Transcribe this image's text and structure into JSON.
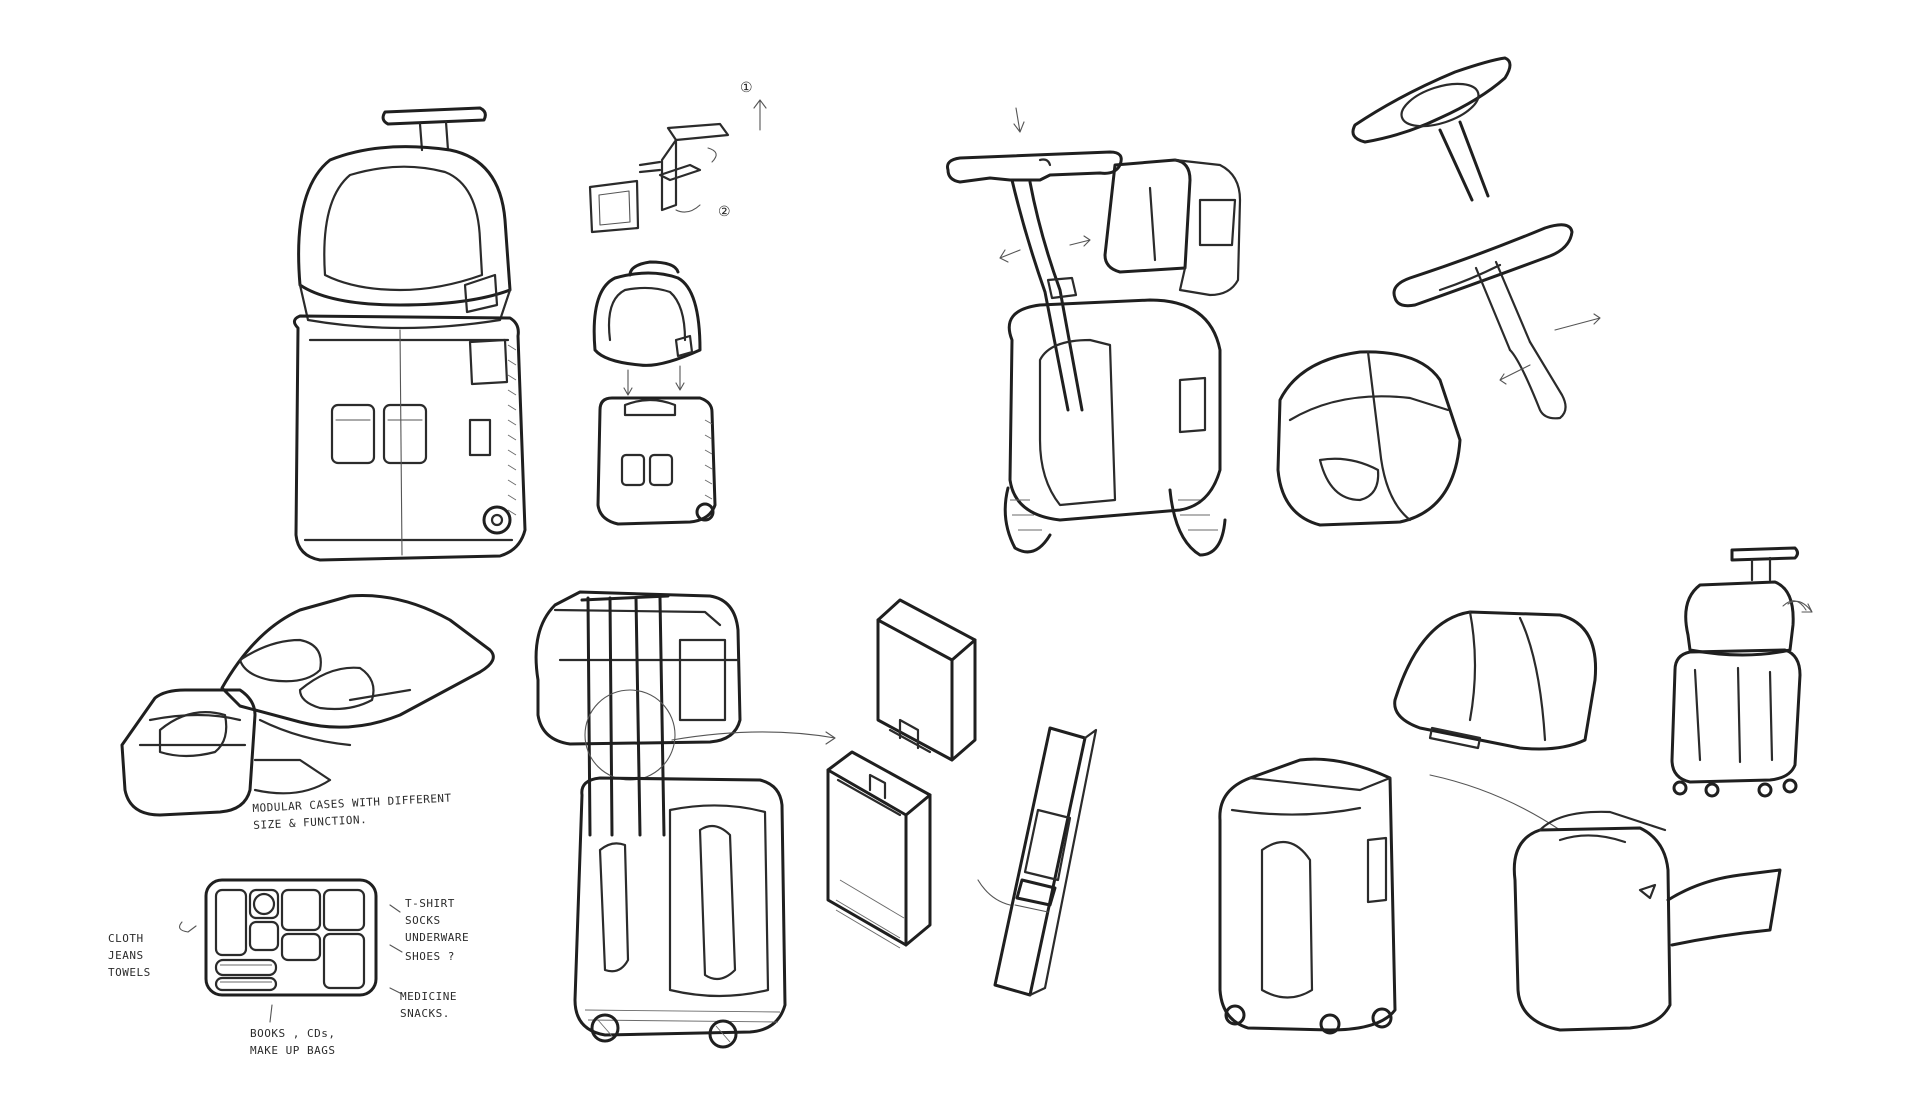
{
  "annotations": {
    "step_one": "①",
    "step_two": "②",
    "modular_line_1": "MODULAR CASES WITH DIFFERENT",
    "modular_line_2": "SIZE & FUNCTION.",
    "left_list": [
      "CLOTH",
      "JEANS",
      "TOWELS"
    ],
    "right_list_1": [
      "T-SHIRT",
      "SOCKS",
      "UNDERWARE"
    ],
    "right_list_2": "SHOES ?",
    "right_list_3": [
      "MEDICINE",
      "SNACKS."
    ],
    "bottom_list": [
      "BOOKS , CDs,",
      "MAKE UP BAGS"
    ]
  },
  "colors": {
    "paper": "#ffffff",
    "ink": "#2b2b2b",
    "ink_light": "#555555"
  }
}
